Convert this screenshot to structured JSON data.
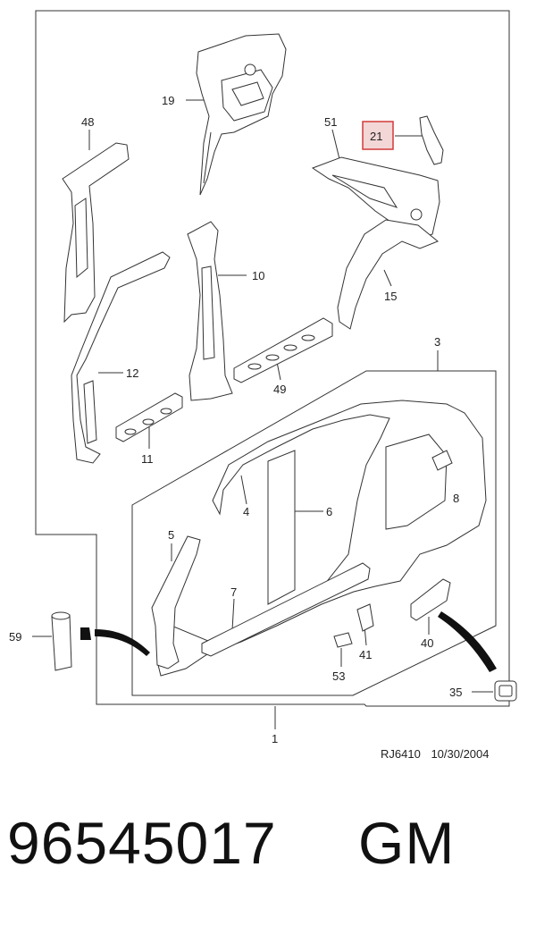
{
  "diagram": {
    "callouts": {
      "c19": "19",
      "c48": "48",
      "c51": "51",
      "c21": "21",
      "c10": "10",
      "c15": "15",
      "c12": "12",
      "c49": "49",
      "c3": "3",
      "c11": "11",
      "c4": "4",
      "c6": "6",
      "c8": "8",
      "c5": "5",
      "c7": "7",
      "c59": "59",
      "c41": "41",
      "c40": "40",
      "c53": "53",
      "c35": "35",
      "c1": "1"
    },
    "highlight_color": "#d23a3a",
    "highlight_fill": "#f3d6d6"
  },
  "reference": {
    "code": "RJ6410",
    "date": "10/30/2004"
  },
  "part": {
    "number": "96545017",
    "brand": "GM"
  }
}
